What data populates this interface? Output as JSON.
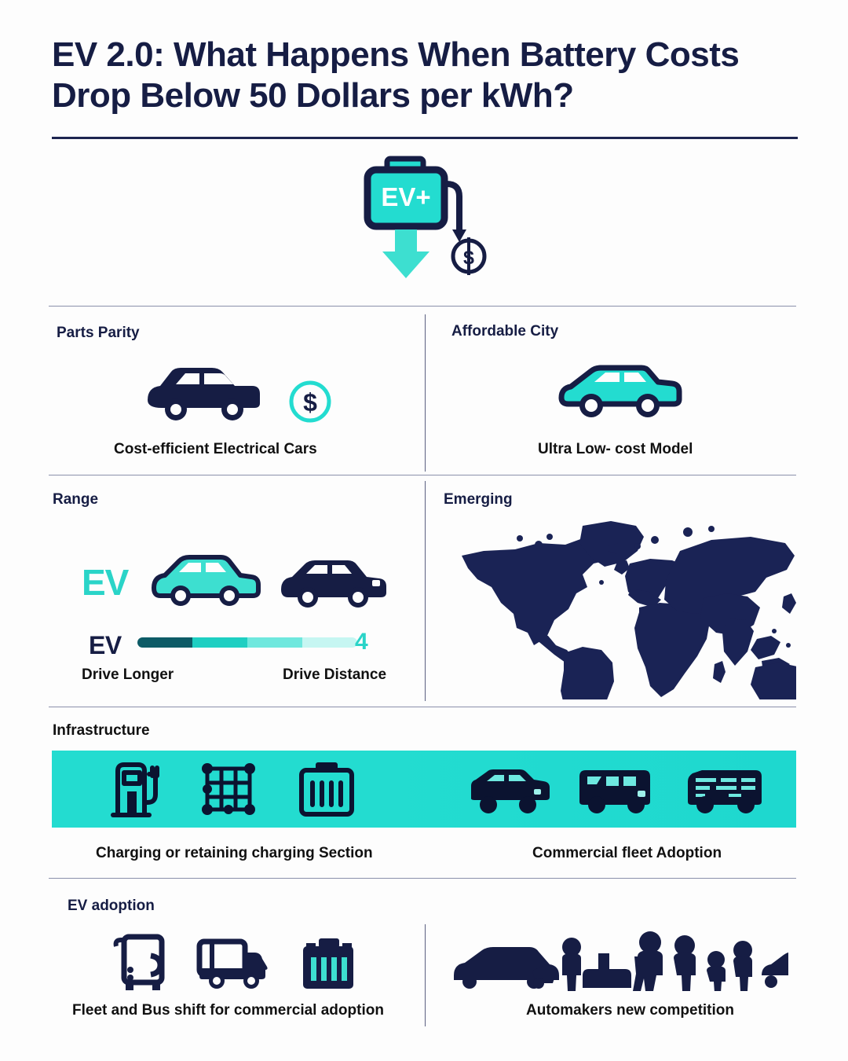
{
  "header": {
    "title_line1": "EV 2.0: What Happens When Battery Costs",
    "title_line2": "Drop Below 50 Dollars per kWh?"
  },
  "hero": {
    "battery_label": "EV+",
    "arrow_icon": "down-arrow-icon",
    "dollar_icon": "dollar-circle-icon"
  },
  "colors": {
    "navy": "#161d44",
    "teal": "#23dcd0",
    "teal_dark": "#0d5b66",
    "teal_mid": "#1ecfc2",
    "teal_light": "#6fe8de",
    "teal_pale": "#b9f4ef",
    "background": "#fdfdfd",
    "divider": "#8b90ab"
  },
  "sections": [
    {
      "id": "parts-parity",
      "label": "Parts Parity",
      "caption": "Cost-efficient Electrical Cars",
      "icons": [
        "sedan-car-icon",
        "dollar-circle-icon"
      ]
    },
    {
      "id": "affordable-city",
      "label": "Affordable City",
      "caption": "Ultra Low- cost Model",
      "icons": [
        "compact-car-icon"
      ]
    },
    {
      "id": "range",
      "label": "Range",
      "ev_badge_top": "EV",
      "ev_badge_bottom": "EV",
      "bar_end_label": "4",
      "caption_left": "Drive Longer",
      "caption_right": "Drive Distance",
      "icons": [
        "teal-car-icon",
        "navy-car-icon",
        "range-bar"
      ]
    },
    {
      "id": "emerging",
      "label": "Emerging",
      "caption": "",
      "icons": [
        "world-map-icon"
      ]
    },
    {
      "id": "infrastructure",
      "label": "Infrastructure",
      "caption_left": "Charging or retaining charging Section",
      "caption_right": "Commercial fleet Adoption",
      "icons_left": [
        "charging-station-icon",
        "grid-network-icon",
        "battery-icon"
      ],
      "icons_right": [
        "suv-icon",
        "van-icon",
        "truck-icon"
      ]
    },
    {
      "id": "ev-adoption",
      "label": "EV adoption",
      "caption_left": "Fleet and Bus shift for commercial adoption",
      "caption_right": "Automakers new competition",
      "icons_left": [
        "bus-icon",
        "delivery-truck-icon",
        "battery-bars-icon"
      ],
      "icons_right": [
        "crowd-and-cars-icon"
      ]
    }
  ],
  "range_bar": {
    "segments": [
      {
        "color": "#0d5b66",
        "width": 25
      },
      {
        "color": "#1ecfc2",
        "width": 25
      },
      {
        "color": "#6fe8de",
        "width": 25
      },
      {
        "color": "#c6f6f2",
        "width": 25
      }
    ]
  }
}
